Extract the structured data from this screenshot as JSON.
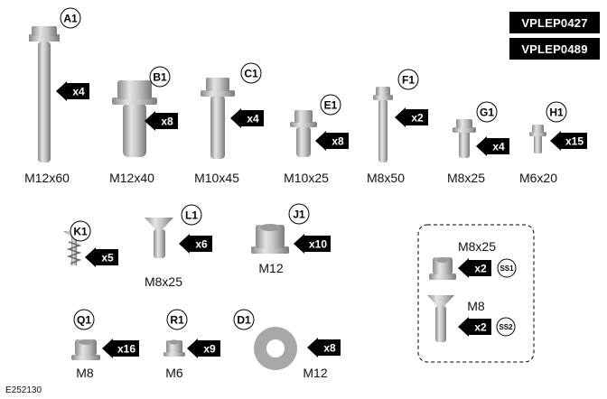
{
  "badges": [
    "VPLEP0427",
    "VPLEP0489"
  ],
  "figure_id": "E252130",
  "parts": [
    {
      "id": "A1",
      "size": "M12x60",
      "qty": "x4"
    },
    {
      "id": "B1",
      "size": "M12x40",
      "qty": "x8"
    },
    {
      "id": "C1",
      "size": "M10x45",
      "qty": "x4"
    },
    {
      "id": "E1",
      "size": "M10x25",
      "qty": "x8"
    },
    {
      "id": "F1",
      "size": "M8x50",
      "qty": "x2"
    },
    {
      "id": "G1",
      "size": "M8x25",
      "qty": "x4"
    },
    {
      "id": "H1",
      "size": "M6x20",
      "qty": "x15"
    },
    {
      "id": "K1",
      "size": "",
      "qty": "x5"
    },
    {
      "id": "L1",
      "size": "M8x25",
      "qty": "x6"
    },
    {
      "id": "J1",
      "size": "M12",
      "qty": "x10"
    },
    {
      "id": "Q1",
      "size": "M8",
      "qty": "x16"
    },
    {
      "id": "R1",
      "size": "M6",
      "qty": "x9"
    },
    {
      "id": "D1",
      "size": "M12",
      "qty": "x8"
    }
  ],
  "special_set": {
    "items": [
      {
        "id": "SS1",
        "size": "M8x25",
        "qty": "x2"
      },
      {
        "id": "SS2",
        "size": "M8",
        "qty": "x2"
      }
    ]
  },
  "colors": {
    "metal_light": "#e6e6e6",
    "metal_mid": "#b4b4b4",
    "metal_dark": "#7d7d7d",
    "arrow": "#000000"
  }
}
